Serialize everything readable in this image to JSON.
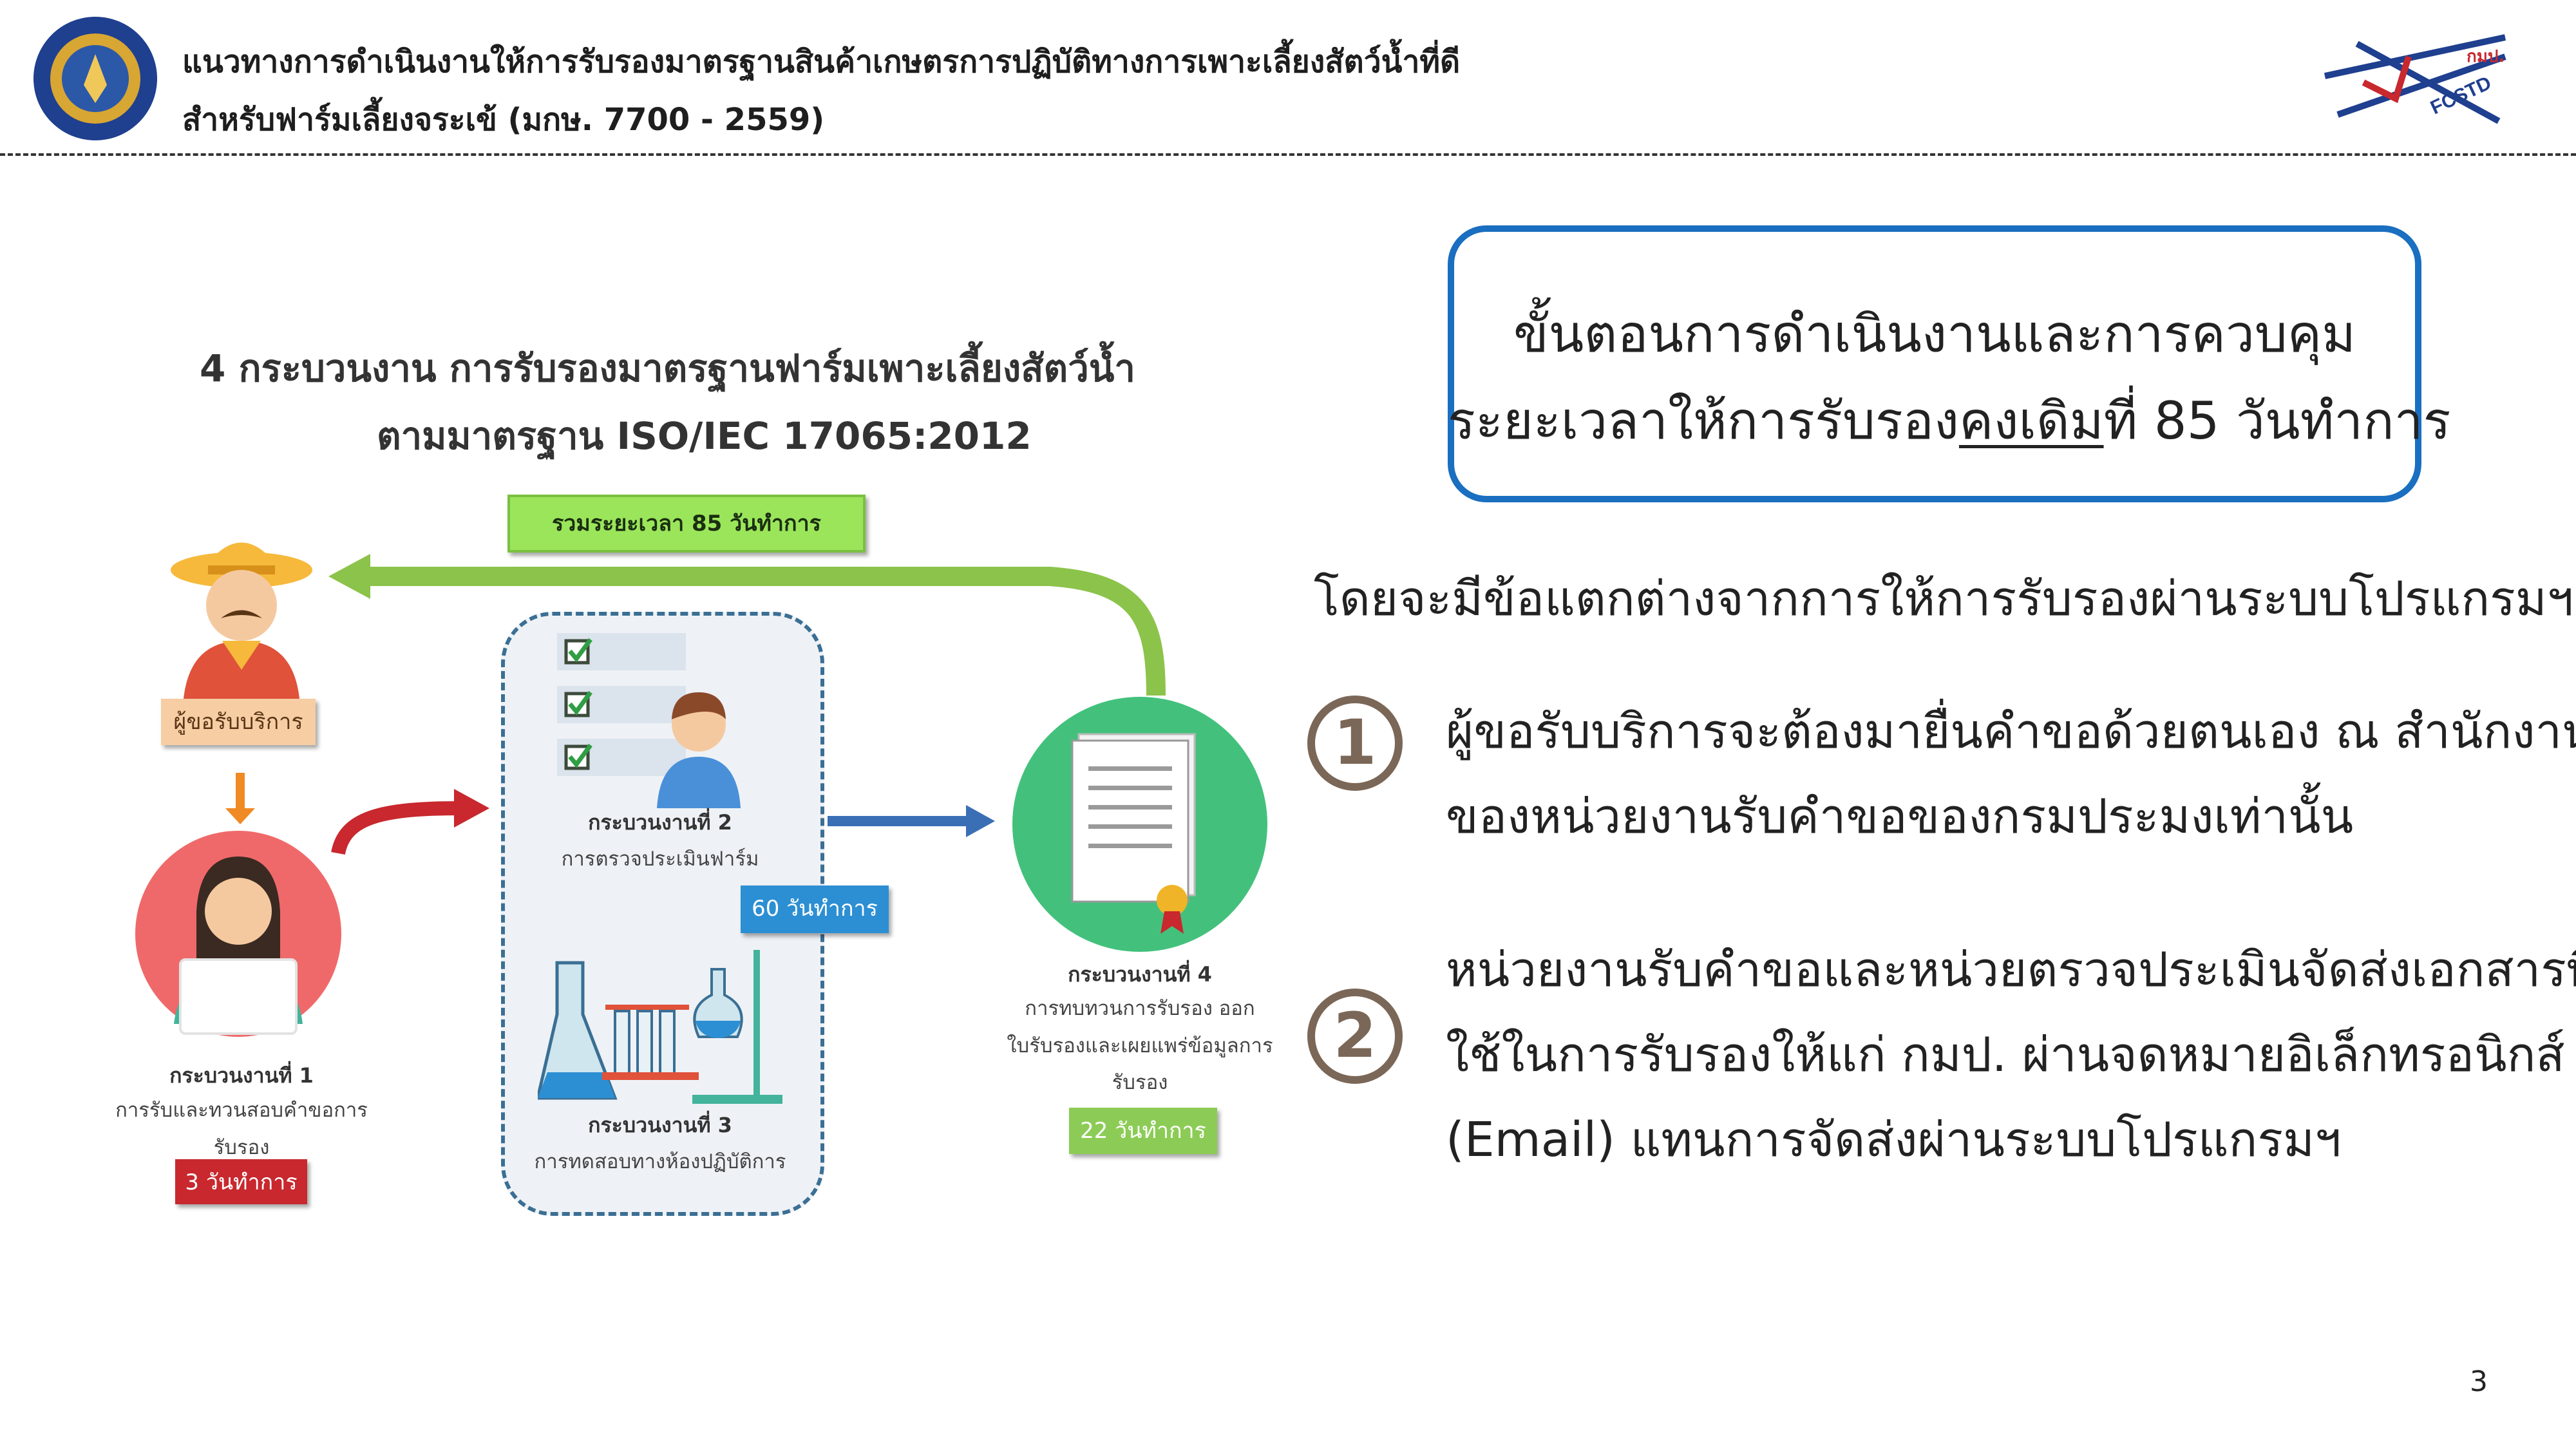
{
  "header": {
    "title": "แนวทางการดำเนินงานให้การรับรองมาตรฐานสินค้าเกษตรการปฏิบัติทางการเพาะเลี้ยงสัตว์น้ำที่ดี",
    "subtitle": "สำหรับฟาร์มเลี้ยงจระเข้ (มกษ. 7700 - 2559)",
    "logo_right_text": "FCSTD",
    "logo_right_badge": "กมป."
  },
  "diagram": {
    "title_line1": "4 กระบวนงาน การรับรองมาตรฐานฟาร์มเพาะเลี้ยงสัตว์น้ำ",
    "title_line2": "ตามมาตรฐาน ISO/IEC 17065:2012",
    "total_label": "รวมระยะเวลา 85 วันทำการ",
    "client_label": "ผู้ขอรับบริการ",
    "p1": {
      "name": "กระบวนงานที่ 1",
      "desc_line1": "การรับและทวนสอบคำขอการ",
      "desc_line2": "รับรอง",
      "days": "3 วันทำการ"
    },
    "p2": {
      "name": "กระบวนงานที่ 2",
      "desc": "การตรวจประเมินฟาร์ม",
      "days": "60 วันทำการ"
    },
    "p3": {
      "name": "กระบวนงานที่ 3",
      "desc": "การทดสอบทางห้องปฏิบัติการ"
    },
    "p4": {
      "name": "กระบวนงานที่ 4",
      "desc_line1": "การทบทวนการรับรอง ออก",
      "desc_line2": "ใบรับรองและเผยแพร่ข้อมูลการ",
      "desc_line3": "รับรอง",
      "days": "22 วันทำการ"
    }
  },
  "highlight": {
    "line1": "ขั้นตอนการดำเนินงานและการควบคุม",
    "line2_pre": "ระยะเวลาให้การรับรอง",
    "line2_underlined": "คงเดิม",
    "line2_post": "ที่ 85 วันทำการ"
  },
  "intro": "โดยจะมีข้อแตกต่างจากการให้การรับรองผ่านระบบโปรแกรมฯ ดังนี้",
  "items": [
    {
      "number": "1",
      "line1": "ผู้ขอรับบริการจะต้องมายื่นคำขอด้วยตนเอง ณ สำนักงาน",
      "line2": "ของหน่วยงานรับคำขอของกรมประมงเท่านั้น"
    },
    {
      "number": "2",
      "line1": "หน่วยงานรับคำขอและหน่วยตรวจประเมินจัดส่งเอกสารที่",
      "line2": "ใช้ในการรับรองให้แก่ กมป. ผ่านจดหมายอิเล็กทรอนิกส์",
      "line3": "(Email) แทนการจัดส่งผ่านระบบโปรแกรมฯ"
    }
  ],
  "page_number": "3",
  "colors": {
    "frame_blue": "#1a6fc0",
    "circle_brown": "#7b6757",
    "green_arrow": "#8cc34a",
    "red_circle": "#f0696a",
    "green_circle": "#43c17c"
  }
}
